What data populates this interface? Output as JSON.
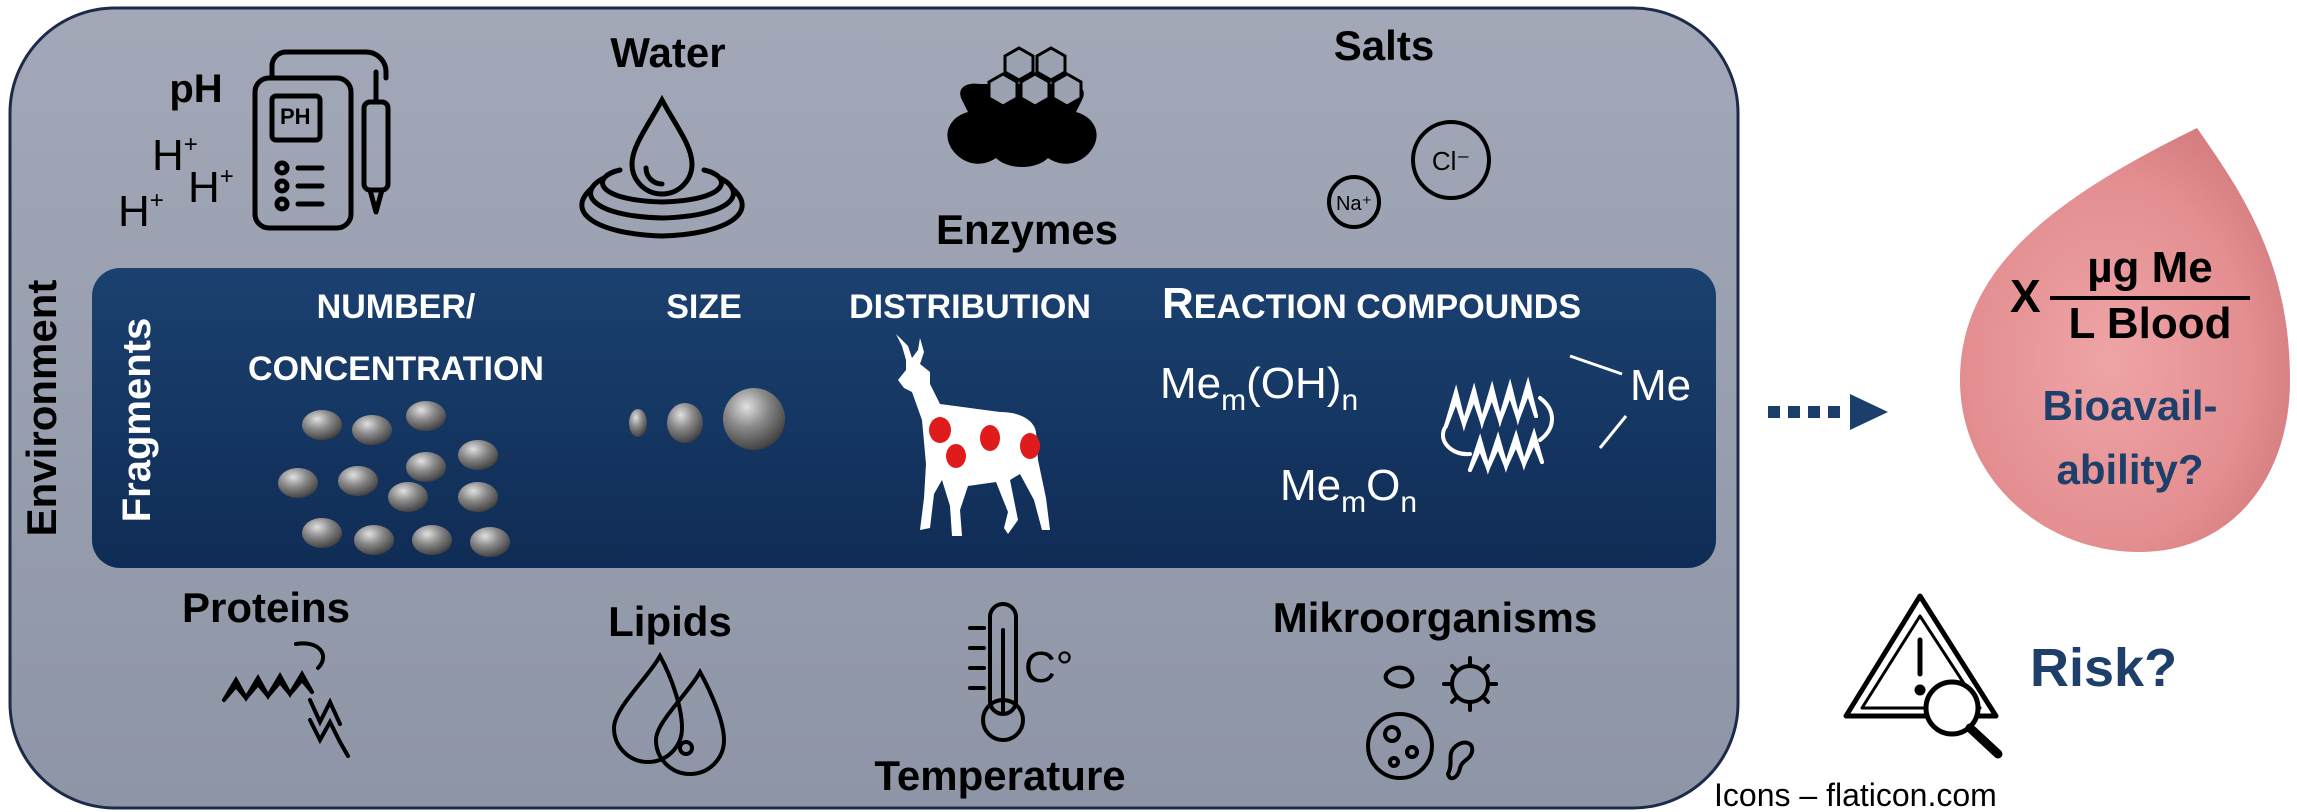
{
  "environment": {
    "title": "Environment",
    "factors": {
      "ph": "pH",
      "water": "Water",
      "enzymes": "Enzymes",
      "salts": "Salts",
      "proteins": "Proteins",
      "lipids": "Lipids",
      "temperature": "Temperature",
      "microorganisms": "Mikroorganisms"
    },
    "ph_ions": "H⁺",
    "salt_na": "Na⁺",
    "salt_cl": "Cl⁻",
    "temp_unit": "C°"
  },
  "fragments": {
    "title": "Fragments",
    "number_line1": "NUMBER/",
    "number_line2": "CONCENTRATION",
    "size": "SIZE",
    "distribution": "DISTRIBUTION",
    "reaction_big_r": "R",
    "reaction_rest": "EACTION COMPOUNDS",
    "hydroxide_base": "Me",
    "hydroxide_m": "m",
    "hydroxide_mid": "(OH)",
    "hydroxide_n": "n",
    "oxide_base": "Me",
    "oxide_m": "m",
    "oxide_o": "O",
    "oxide_n": "n",
    "protein_me": "Me"
  },
  "bioavailability": {
    "x": "X",
    "numerator": "µg Me",
    "denominator": "L Blood",
    "line1": "Bioavail-",
    "line2": "ability?"
  },
  "risk": "Risk?",
  "credit": "Icons – flaticon.com",
  "colors": {
    "outer_box": "#9aa1b1",
    "inner_box": "#133663",
    "drop": "#e48f91",
    "accent": "#1e3f6a"
  }
}
